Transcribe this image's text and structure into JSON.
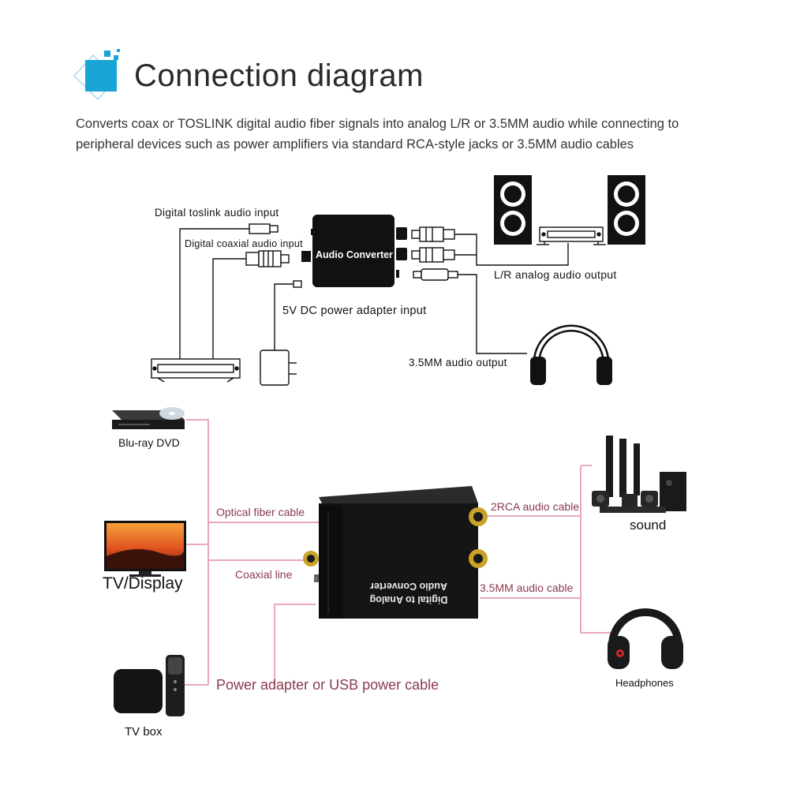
{
  "header": {
    "title": "Connection diagram",
    "subtitle_line1": "Converts coax or TOSLINK digital audio fiber signals into analog L/R or 3.5MM audio while connecting to",
    "subtitle_line2": "peripheral devices such as power amplifiers via standard RCA-style jacks or 3.5MM audio cables"
  },
  "top_diagram": {
    "toslink_input": "Digital  toslink audio input",
    "coaxial_input": "Digital  coaxial audio input",
    "converter_label": "Audio Converter",
    "power_input": "5V DC power adapter input",
    "lr_output": "L/R analog audio output",
    "mm_output": "3.5MM audio output"
  },
  "bottom_diagram": {
    "devices": {
      "bluray": "Blu-ray DVD",
      "tv": "TV/Display",
      "tvbox": "TV box",
      "sound": "sound",
      "headphones": "Headphones"
    },
    "cables": {
      "optical": "Optical fiber cable",
      "coaxial": "Coaxial line",
      "power": "Power adapter or USB power cable",
      "rca": "2RCA audio cable",
      "mm": "3.5MM audio cable"
    },
    "converter_text_line1": "Digital to Analog",
    "converter_text_line2": "Audio Converter"
  },
  "colors": {
    "accent_blue": "#19a6d6",
    "cable_pink": "#e8a9b8",
    "cable_label": "#8a3a4e",
    "device_dark": "#1a1a1a"
  }
}
